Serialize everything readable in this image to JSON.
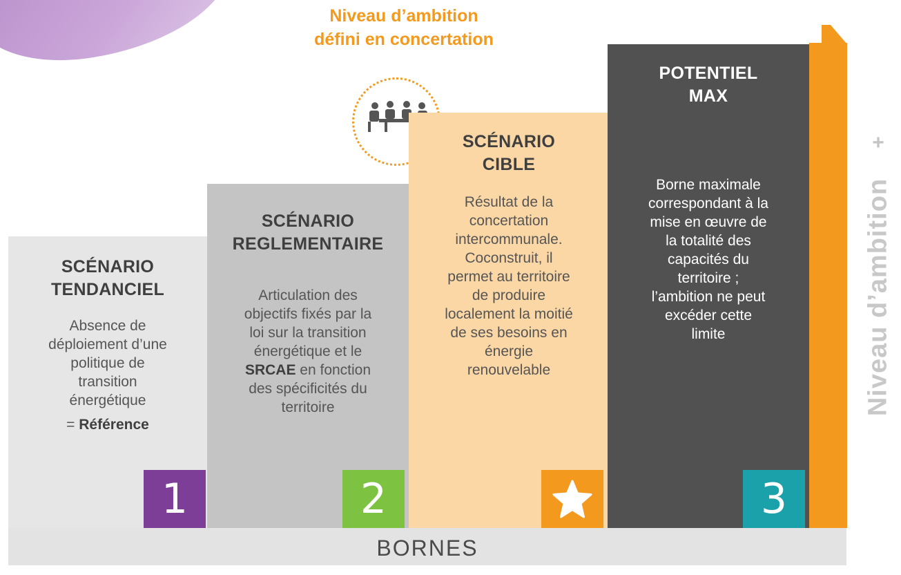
{
  "ambition": {
    "line1": "Niveau d’ambition",
    "line2": "défini en concertation"
  },
  "steps": [
    {
      "title1": "SCÉNARIO",
      "title2": "TENDANCIEL",
      "desc": [
        "Absence de",
        "déploiement d’une",
        "politique de",
        "transition",
        "énergétique"
      ],
      "ref_prefix": "= ",
      "ref_bold": "Référence",
      "badge": "1",
      "color": "#7d3e98"
    },
    {
      "title1": "SCÉNARIO",
      "title2": "REGLEMENTAIRE",
      "desc": [
        "Articulation des",
        "objectifs fixés par la",
        "loi sur la transition",
        "énergétique et le"
      ],
      "desc_bold": "SRCAE",
      "desc_after": " en fonction",
      "desc2": [
        "des spécificités du",
        "territoire"
      ],
      "badge": "2",
      "color": "#7ec242"
    },
    {
      "title1": "SCÉNARIO",
      "title2": "CIBLE",
      "desc": [
        "Résultat de la",
        "concertation",
        "intercommunale.",
        "Coconstruit, il",
        "permet au territoire",
        "de produire",
        "localement la moitié",
        "de ses besoins en",
        "énergie",
        "renouvelable"
      ],
      "badge": "★",
      "color": "#f39a1e"
    },
    {
      "title1": "POTENTIEL",
      "title2": "MAX",
      "desc": [
        "Borne maximale",
        "correspondant à la",
        "mise en œuvre de",
        "la totalité des",
        "capacités du",
        "territoire ;",
        "l’ambition ne peut",
        "excéder cette",
        "limite"
      ],
      "badge": "3",
      "color": "#1aa1a9"
    }
  ],
  "axis": {
    "plus": "+",
    "label": "Niveau d’ambition"
  },
  "footer": "BORNES",
  "icons": {
    "meeting": "meeting-icon",
    "star": "star-icon"
  },
  "colors": {
    "accent": "#f39a1e",
    "dark": "#515151"
  }
}
